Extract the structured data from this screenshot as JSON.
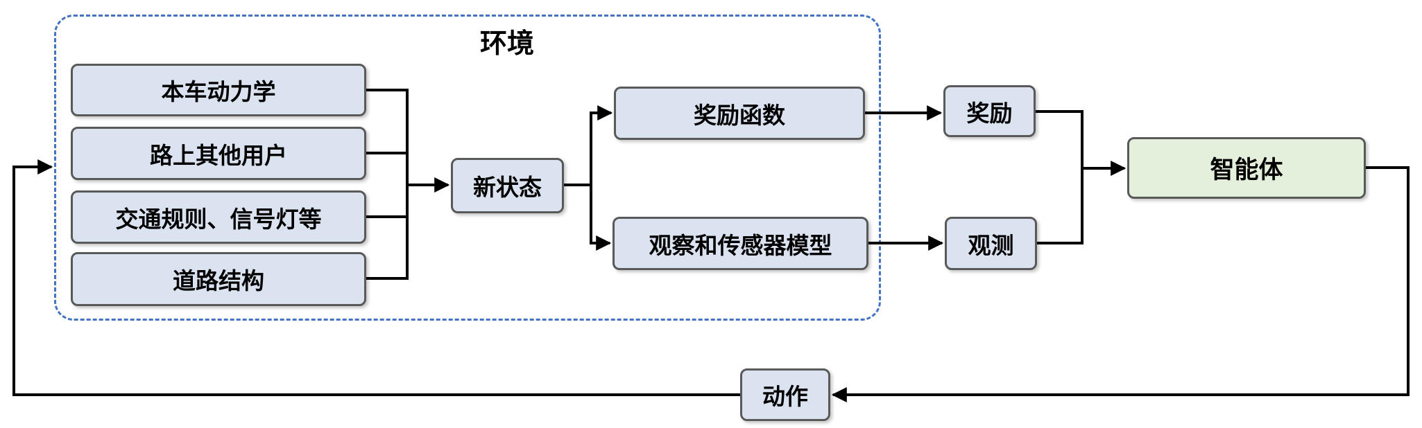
{
  "diagram": {
    "type": "flow-diagram",
    "topic": "reinforcement-learning-loop-autonomous-driving",
    "environment": {
      "title": "环境"
    },
    "nodes": {
      "ego_dynamics": {
        "label": "本车动力学"
      },
      "other_users": {
        "label": "路上其他用户"
      },
      "traffic_rules": {
        "label": "交通规则、信号灯等"
      },
      "road_structure": {
        "label": "道路结构"
      },
      "new_state": {
        "label": "新状态"
      },
      "reward_function": {
        "label": "奖励函数"
      },
      "observation_sensor_model": {
        "label": "观察和传感器模型"
      },
      "reward": {
        "label": "奖励"
      },
      "observation": {
        "label": "观测"
      },
      "agent": {
        "label": "智能体"
      },
      "action": {
        "label": "动作"
      }
    },
    "edges": [
      "ego_dynamics -> new_state",
      "other_users -> new_state",
      "traffic_rules -> new_state",
      "road_structure -> new_state",
      "new_state -> reward_function",
      "new_state -> observation_sensor_model",
      "reward_function -> reward",
      "observation_sensor_model -> observation",
      "reward -> agent",
      "observation -> agent",
      "agent -> action",
      "action -> environment"
    ],
    "colors": {
      "node_fill": "#dbe2f0",
      "agent_fill": "#e4efdc",
      "node_border": "#595959",
      "env_border": "#4472c4",
      "connector": "#000000",
      "background": "#ffffff"
    }
  }
}
